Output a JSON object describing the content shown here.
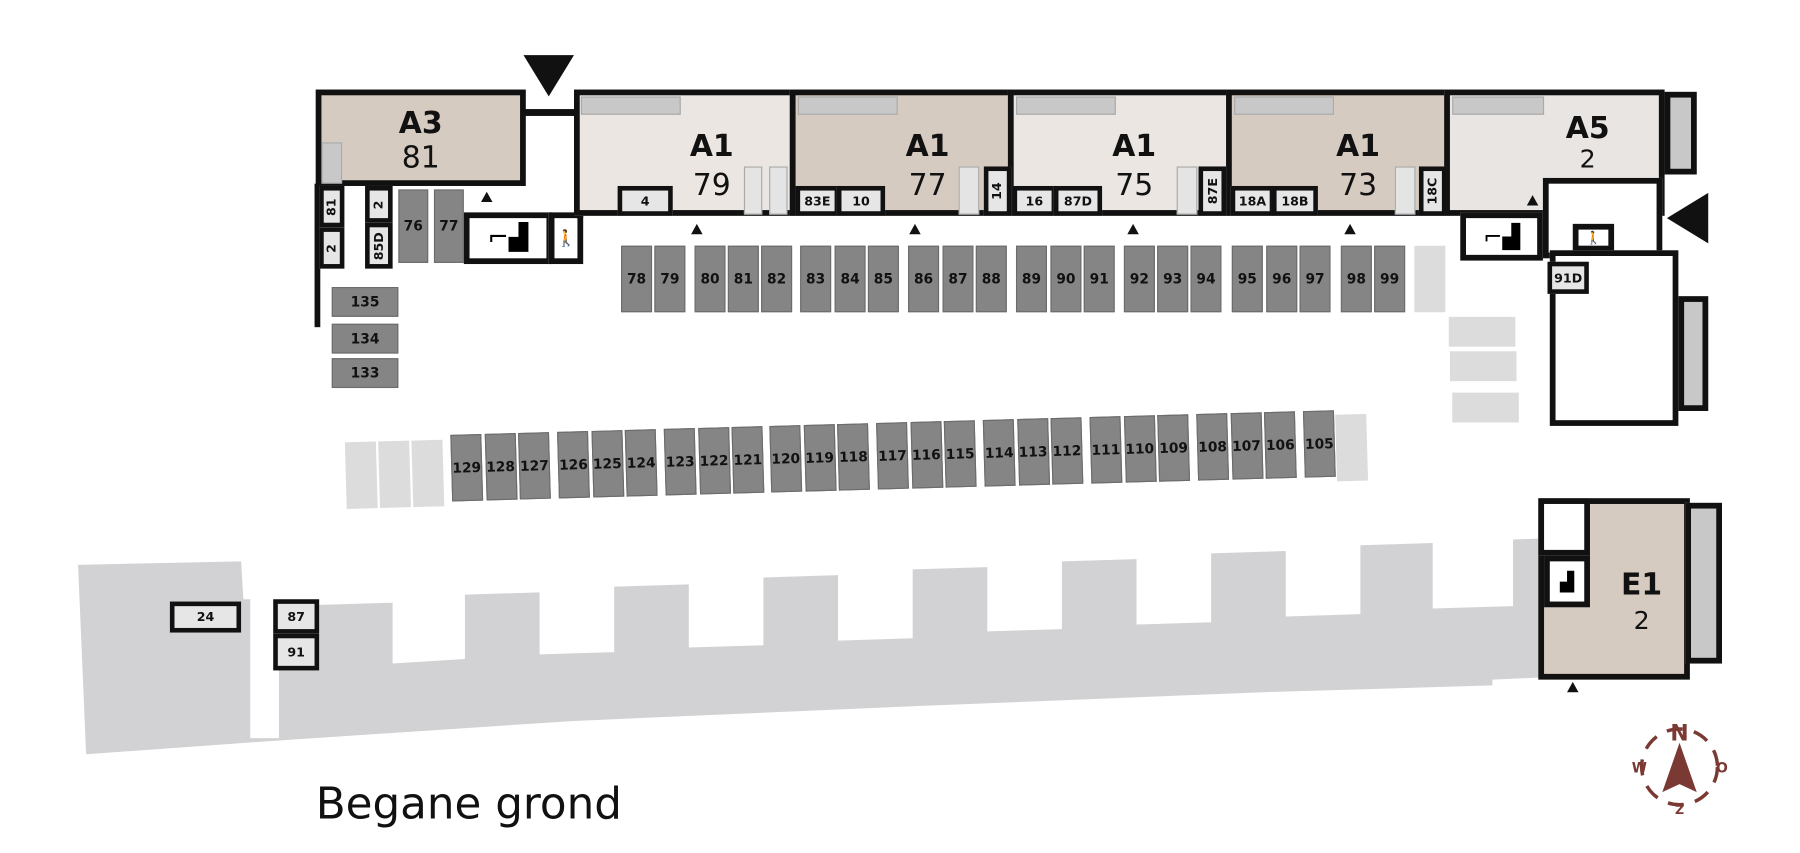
{
  "floor_title": "Begane grond",
  "units": [
    {
      "code": "A3",
      "number": "81"
    },
    {
      "code": "A1",
      "number": "79"
    },
    {
      "code": "A1",
      "number": "77"
    },
    {
      "code": "A1",
      "number": "75"
    },
    {
      "code": "A1",
      "number": "73"
    },
    {
      "code": "A5",
      "number": "2"
    },
    {
      "code": "E1",
      "number": "2"
    }
  ],
  "storage_labels": {
    "s81": "81",
    "s2a": "2",
    "s2b": "2",
    "s85d": "85D",
    "s4": "4",
    "s83e": "83E",
    "s10": "10",
    "s14": "14",
    "s16": "16",
    "s87d": "87D",
    "s87e": "87E",
    "s18a": "18A",
    "s18b": "18B",
    "s18c": "18C",
    "s91d": "91D",
    "s24": "24",
    "s87": "87",
    "s91": "91"
  },
  "parking_row_top": [
    "78",
    "79",
    "80",
    "81",
    "82",
    "83",
    "84",
    "85",
    "86",
    "87",
    "88",
    "89",
    "90",
    "91",
    "92",
    "93",
    "94",
    "95",
    "96",
    "97",
    "98",
    "99"
  ],
  "parking_row_middle": [
    "129",
    "128",
    "127",
    "126",
    "125",
    "124",
    "123",
    "122",
    "121",
    "120",
    "119",
    "118",
    "117",
    "116",
    "115",
    "114",
    "113",
    "112",
    "111",
    "110",
    "109",
    "108",
    "107",
    "106",
    "105"
  ],
  "parking_left": [
    "135",
    "134",
    "133"
  ],
  "parking_small": [
    "76",
    "77"
  ],
  "compass": {
    "n": "N",
    "o": "O",
    "z": "Z",
    "w": "W",
    "color": "#7a3a33"
  },
  "colors": {
    "unit_tan": "#d6cbc0",
    "unit_light": "#ebe6e1",
    "parking": "#858585",
    "building_grey": "#d2d2d4"
  }
}
